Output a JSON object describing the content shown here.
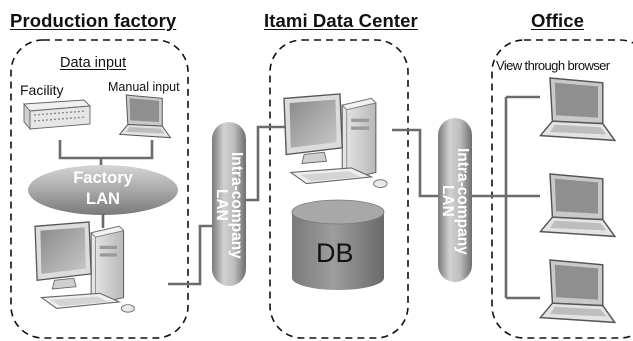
{
  "sections": {
    "factory": {
      "title": "Production factory"
    },
    "datacenter": {
      "title": "Itami Data Center"
    },
    "office": {
      "title": "Office"
    }
  },
  "factory": {
    "data_input": "Data input",
    "facility": "Facility",
    "manual_input": "Manual input",
    "lan_line1": "Factory",
    "lan_line2": "LAN"
  },
  "network": {
    "intra_label_left": "Intra-company\nLAN",
    "intra_label_right": "Intra-company\nLAN"
  },
  "datacenter": {
    "db_label": "DB"
  },
  "office": {
    "view_label": "View through browser"
  }
}
